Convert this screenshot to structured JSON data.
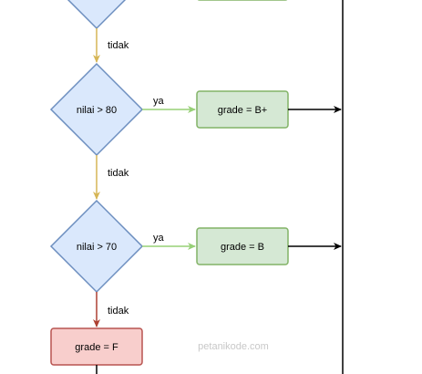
{
  "flowchart": {
    "decisions": [
      {
        "label": "nilai > 80"
      },
      {
        "label": "nilai > 70"
      }
    ],
    "results": [
      {
        "label": "grade = B+"
      },
      {
        "label": "grade = B"
      }
    ],
    "fallback": {
      "label": "grade = F"
    },
    "edge_labels": {
      "no_1": "tidak",
      "no_2": "tidak",
      "no_3": "tidak",
      "yes_1": "ya",
      "yes_2": "ya"
    }
  },
  "watermark": "petanikode.com",
  "colors": {
    "decision_fill": "#dae8fc",
    "decision_stroke": "#6c8ebf",
    "result_fill": "#d5e8d4",
    "result_stroke": "#82b366",
    "fallback_fill": "#f8cecc",
    "fallback_stroke": "#b85450",
    "no_edge": "#d6b656",
    "yes_edge": "#97d077",
    "last_no_edge": "#ae4132",
    "merge_line": "#000000"
  }
}
